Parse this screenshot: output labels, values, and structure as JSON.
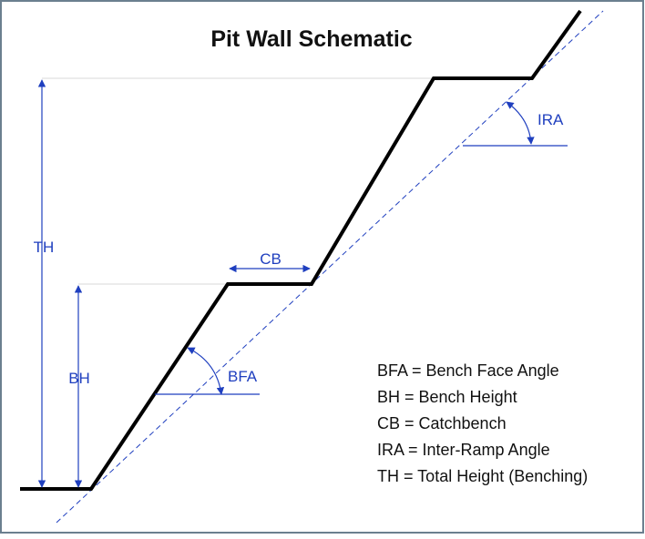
{
  "title": "Pit Wall Schematic",
  "labels": {
    "th": "TH",
    "bh": "BH",
    "cb": "CB",
    "bfa": "BFA",
    "ira": "IRA"
  },
  "legend": [
    "BFA = Bench Face Angle",
    "BH = Bench Height",
    "CB = Catchbench",
    "IRA = Inter-Ramp Angle",
    "TH = Total Height (Benching)"
  ],
  "colors": {
    "profile": "#000000",
    "annotation": "#1f3fbf",
    "guide": "#d9d9d9",
    "border": "#6b7f8f"
  }
}
